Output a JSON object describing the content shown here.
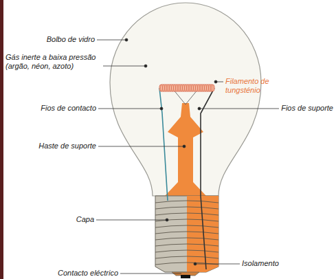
{
  "diagram": {
    "labels": [
      "Bolbo de vidro",
      "Gás inerte a baixa pressão (argão, néon, azoto)",
      "Filamento de tungsténio",
      "Fios de contacto",
      "Fios de suporte",
      "Haste de suporte",
      "Capa",
      "Isolamento",
      "Contacto eléctrico"
    ]
  }
}
